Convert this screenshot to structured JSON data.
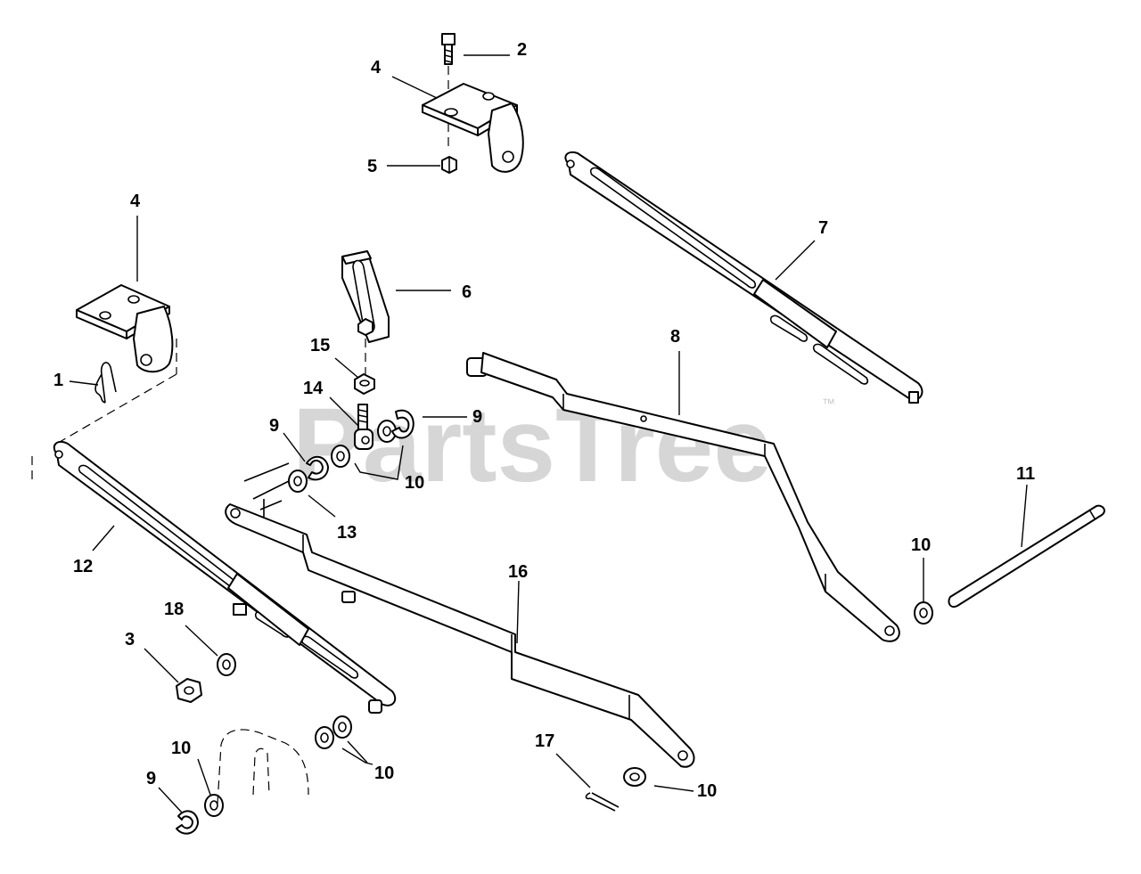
{
  "watermark": {
    "text": "PartsTree",
    "trademark": "™"
  },
  "callouts": [
    {
      "id": "c2",
      "label": "2"
    },
    {
      "id": "c4-top",
      "label": "4"
    },
    {
      "id": "c5",
      "label": "5"
    },
    {
      "id": "c4-left",
      "label": "4"
    },
    {
      "id": "c7",
      "label": "7"
    },
    {
      "id": "c6",
      "label": "6"
    },
    {
      "id": "c15",
      "label": "15"
    },
    {
      "id": "c8",
      "label": "8"
    },
    {
      "id": "c1",
      "label": "1"
    },
    {
      "id": "c14",
      "label": "14"
    },
    {
      "id": "c9-right",
      "label": "9"
    },
    {
      "id": "c9-mid",
      "label": "9"
    },
    {
      "id": "c10-mid",
      "label": "10"
    },
    {
      "id": "c11",
      "label": "11"
    },
    {
      "id": "c13",
      "label": "13"
    },
    {
      "id": "c12",
      "label": "12"
    },
    {
      "id": "c10-right",
      "label": "10"
    },
    {
      "id": "c16",
      "label": "16"
    },
    {
      "id": "c18",
      "label": "18"
    },
    {
      "id": "c3",
      "label": "3"
    },
    {
      "id": "c10-lower-left",
      "label": "10"
    },
    {
      "id": "c17",
      "label": "17"
    },
    {
      "id": "c10-lower-mid",
      "label": "10"
    },
    {
      "id": "c9-lower-left",
      "label": "9"
    },
    {
      "id": "c10-lower-right",
      "label": "10"
    }
  ]
}
